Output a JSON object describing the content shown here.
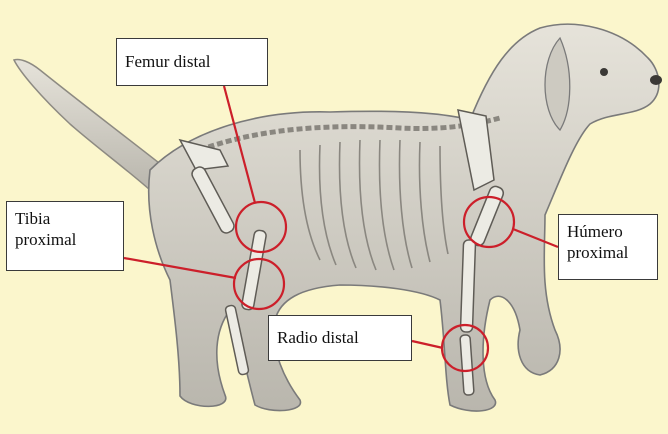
{
  "labels": {
    "femur_distal": "Femur distal",
    "tibia_line1": "Tibia",
    "tibia_line2": "proximal",
    "humero_line1": "Húmero",
    "humero_line2": "proximal",
    "radio_distal": "Radio distal"
  },
  "colors": {
    "background": "#fbf6cc",
    "marker": "#cc1f2a",
    "sketch": "#7a7a7a"
  }
}
